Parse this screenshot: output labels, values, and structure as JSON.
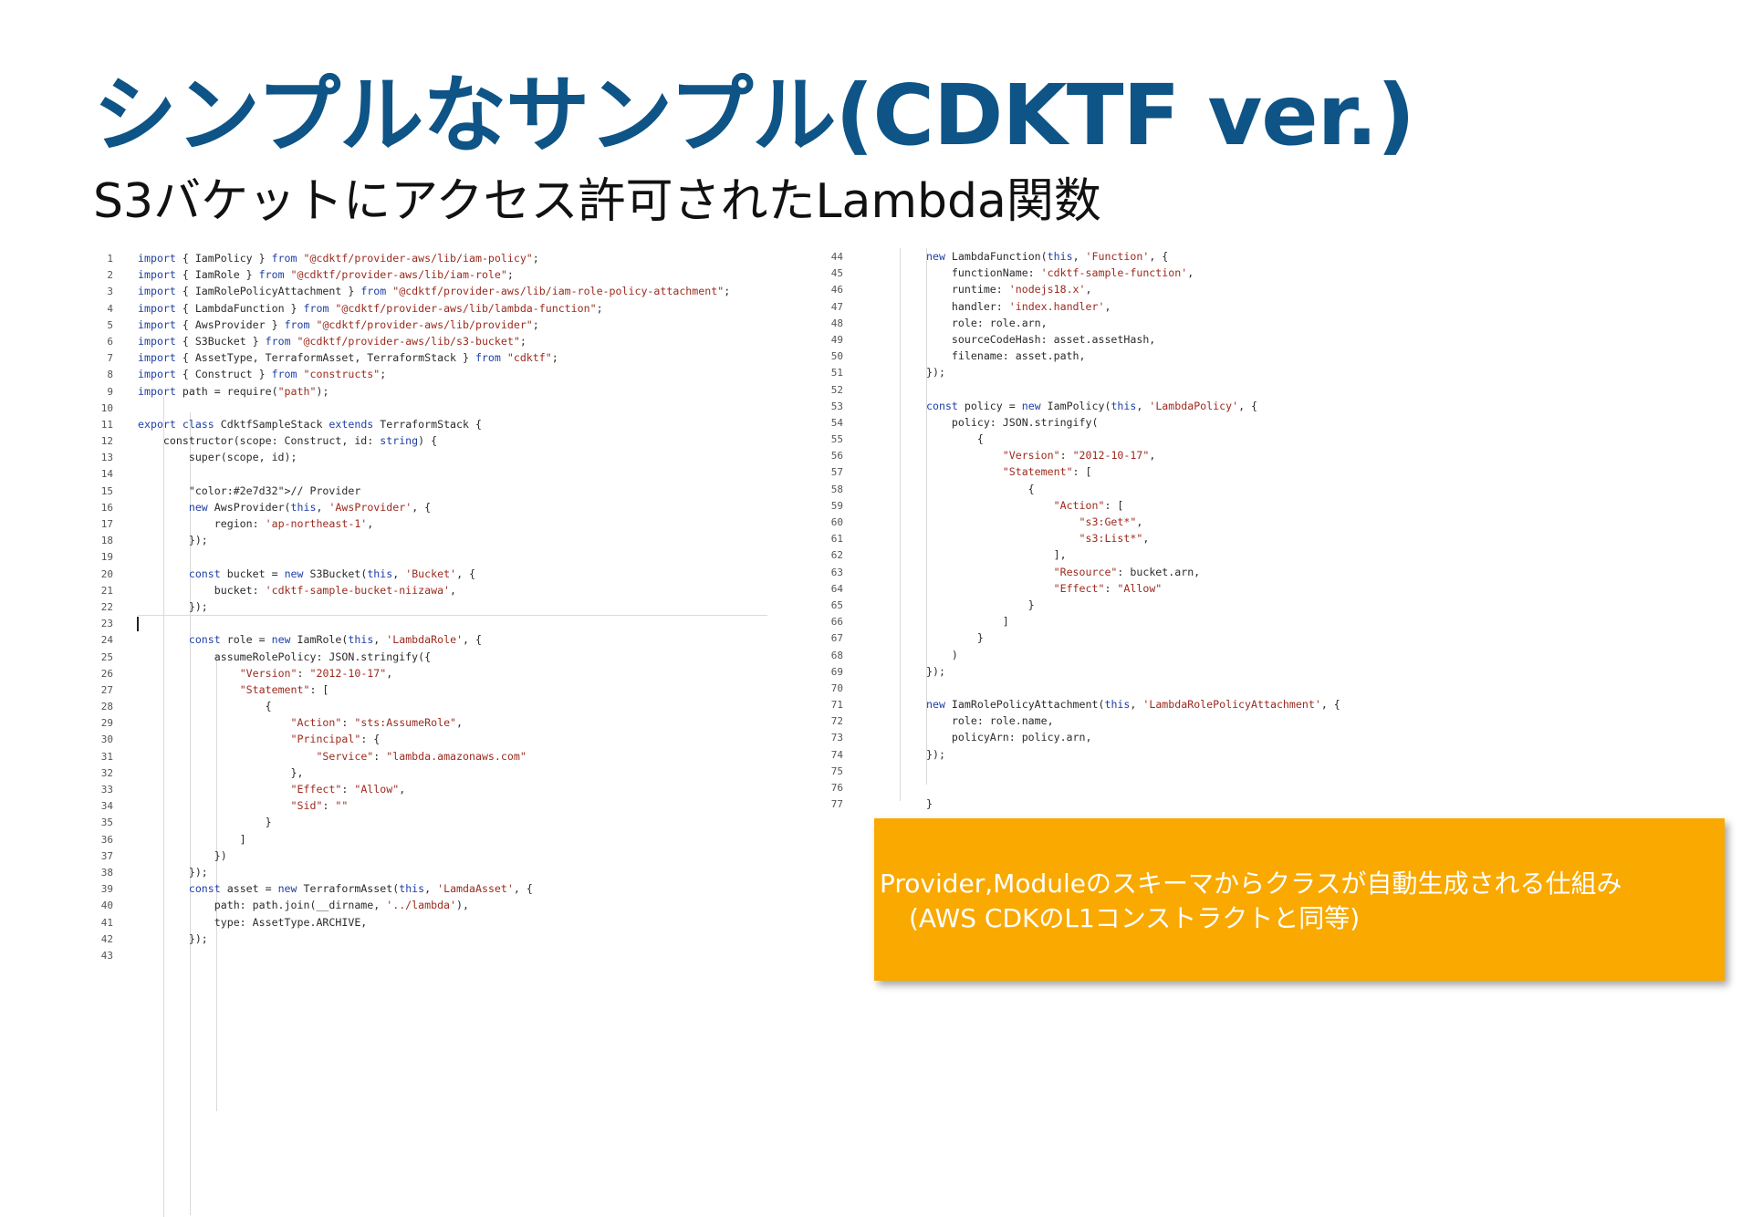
{
  "slide": {
    "title": "シンプルなサンプル(CDKTF ver.)",
    "subtitle": "S3バケットにアクセス許可されたLambda関数",
    "title_color": "#0e5486",
    "callout_color": "#f9a900",
    "callout": {
      "line1": "Provider,Moduleのスキーマからクラスが自動生成される仕組み",
      "line2": "(AWS CDKのL1コンストラクトと同等)"
    }
  },
  "code_left": {
    "lines": [
      {
        "n": "1",
        "text": "import { IamPolicy } from \"@cdktf/provider-aws/lib/iam-policy\";"
      },
      {
        "n": "2",
        "text": "import { IamRole } from \"@cdktf/provider-aws/lib/iam-role\";"
      },
      {
        "n": "3",
        "text": "import { IamRolePolicyAttachment } from \"@cdktf/provider-aws/lib/iam-role-policy-attachment\";"
      },
      {
        "n": "4",
        "text": "import { LambdaFunction } from \"@cdktf/provider-aws/lib/lambda-function\";"
      },
      {
        "n": "5",
        "text": "import { AwsProvider } from \"@cdktf/provider-aws/lib/provider\";"
      },
      {
        "n": "6",
        "text": "import { S3Bucket } from \"@cdktf/provider-aws/lib/s3-bucket\";"
      },
      {
        "n": "7",
        "text": "import { AssetType, TerraformAsset, TerraformStack } from \"cdktf\";"
      },
      {
        "n": "8",
        "text": "import { Construct } from \"constructs\";"
      },
      {
        "n": "9",
        "text": "import path = require(\"path\");"
      },
      {
        "n": "10",
        "text": ""
      },
      {
        "n": "11",
        "text": "export class CdktfSampleStack extends TerraformStack {"
      },
      {
        "n": "12",
        "text": "    constructor(scope: Construct, id: string) {"
      },
      {
        "n": "13",
        "text": "        super(scope, id);"
      },
      {
        "n": "14",
        "text": ""
      },
      {
        "n": "15",
        "text": "        // Provider"
      },
      {
        "n": "16",
        "text": "        new AwsProvider(this, 'AwsProvider', {"
      },
      {
        "n": "17",
        "text": "            region: 'ap-northeast-1',"
      },
      {
        "n": "18",
        "text": "        });"
      },
      {
        "n": "19",
        "text": ""
      },
      {
        "n": "20",
        "text": "        const bucket = new S3Bucket(this, 'Bucket', {"
      },
      {
        "n": "21",
        "text": "            bucket: 'cdktf-sample-bucket-niizawa',"
      },
      {
        "n": "22",
        "text": "        });"
      },
      {
        "n": "23",
        "text": ""
      },
      {
        "n": "24",
        "text": "        const role = new IamRole(this, 'LambdaRole', {"
      },
      {
        "n": "25",
        "text": "            assumeRolePolicy: JSON.stringify({"
      },
      {
        "n": "26",
        "text": "                \"Version\": \"2012-10-17\","
      },
      {
        "n": "27",
        "text": "                \"Statement\": ["
      },
      {
        "n": "28",
        "text": "                    {"
      },
      {
        "n": "29",
        "text": "                        \"Action\": \"sts:AssumeRole\","
      },
      {
        "n": "30",
        "text": "                        \"Principal\": {"
      },
      {
        "n": "31",
        "text": "                            \"Service\": \"lambda.amazonaws.com\""
      },
      {
        "n": "32",
        "text": "                        },"
      },
      {
        "n": "33",
        "text": "                        \"Effect\": \"Allow\","
      },
      {
        "n": "34",
        "text": "                        \"Sid\": \"\""
      },
      {
        "n": "35",
        "text": "                    }"
      },
      {
        "n": "36",
        "text": "                ]"
      },
      {
        "n": "37",
        "text": "            })"
      },
      {
        "n": "38",
        "text": "        });"
      },
      {
        "n": "39",
        "text": "        const asset = new TerraformAsset(this, 'LamdaAsset', {"
      },
      {
        "n": "40",
        "text": "            path: path.join(__dirname, '../lambda'),"
      },
      {
        "n": "41",
        "text": "            type: AssetType.ARCHIVE,"
      },
      {
        "n": "42",
        "text": "        });"
      },
      {
        "n": "43",
        "text": ""
      }
    ]
  },
  "code_right": {
    "lines": [
      {
        "n": "44",
        "text": "new LambdaFunction(this, 'Function', {"
      },
      {
        "n": "45",
        "text": "    functionName: 'cdktf-sample-function',"
      },
      {
        "n": "46",
        "text": "    runtime: 'nodejs18.x',"
      },
      {
        "n": "47",
        "text": "    handler: 'index.handler',"
      },
      {
        "n": "48",
        "text": "    role: role.arn,"
      },
      {
        "n": "49",
        "text": "    sourceCodeHash: asset.assetHash,"
      },
      {
        "n": "50",
        "text": "    filename: asset.path,"
      },
      {
        "n": "51",
        "text": "});"
      },
      {
        "n": "52",
        "text": ""
      },
      {
        "n": "53",
        "text": "const policy = new IamPolicy(this, 'LambdaPolicy', {"
      },
      {
        "n": "54",
        "text": "    policy: JSON.stringify("
      },
      {
        "n": "55",
        "text": "        {"
      },
      {
        "n": "56",
        "text": "            \"Version\": \"2012-10-17\","
      },
      {
        "n": "57",
        "text": "            \"Statement\": ["
      },
      {
        "n": "58",
        "text": "                {"
      },
      {
        "n": "59",
        "text": "                    \"Action\": ["
      },
      {
        "n": "60",
        "text": "                        \"s3:Get*\","
      },
      {
        "n": "61",
        "text": "                        \"s3:List*\","
      },
      {
        "n": "62",
        "text": "                    ],"
      },
      {
        "n": "63",
        "text": "                    \"Resource\": bucket.arn,"
      },
      {
        "n": "64",
        "text": "                    \"Effect\": \"Allow\""
      },
      {
        "n": "65",
        "text": "                }"
      },
      {
        "n": "66",
        "text": "            ]"
      },
      {
        "n": "67",
        "text": "        }"
      },
      {
        "n": "68",
        "text": "    )"
      },
      {
        "n": "69",
        "text": "});"
      },
      {
        "n": "70",
        "text": ""
      },
      {
        "n": "71",
        "text": "new IamRolePolicyAttachment(this, 'LambdaRolePolicyAttachment', {"
      },
      {
        "n": "72",
        "text": "    role: role.name,"
      },
      {
        "n": "73",
        "text": "    policyArn: policy.arn,"
      },
      {
        "n": "74",
        "text": "});"
      },
      {
        "n": "75",
        "text": ""
      },
      {
        "n": "76",
        "text": ""
      },
      {
        "n": "77",
        "text": "}"
      }
    ]
  }
}
